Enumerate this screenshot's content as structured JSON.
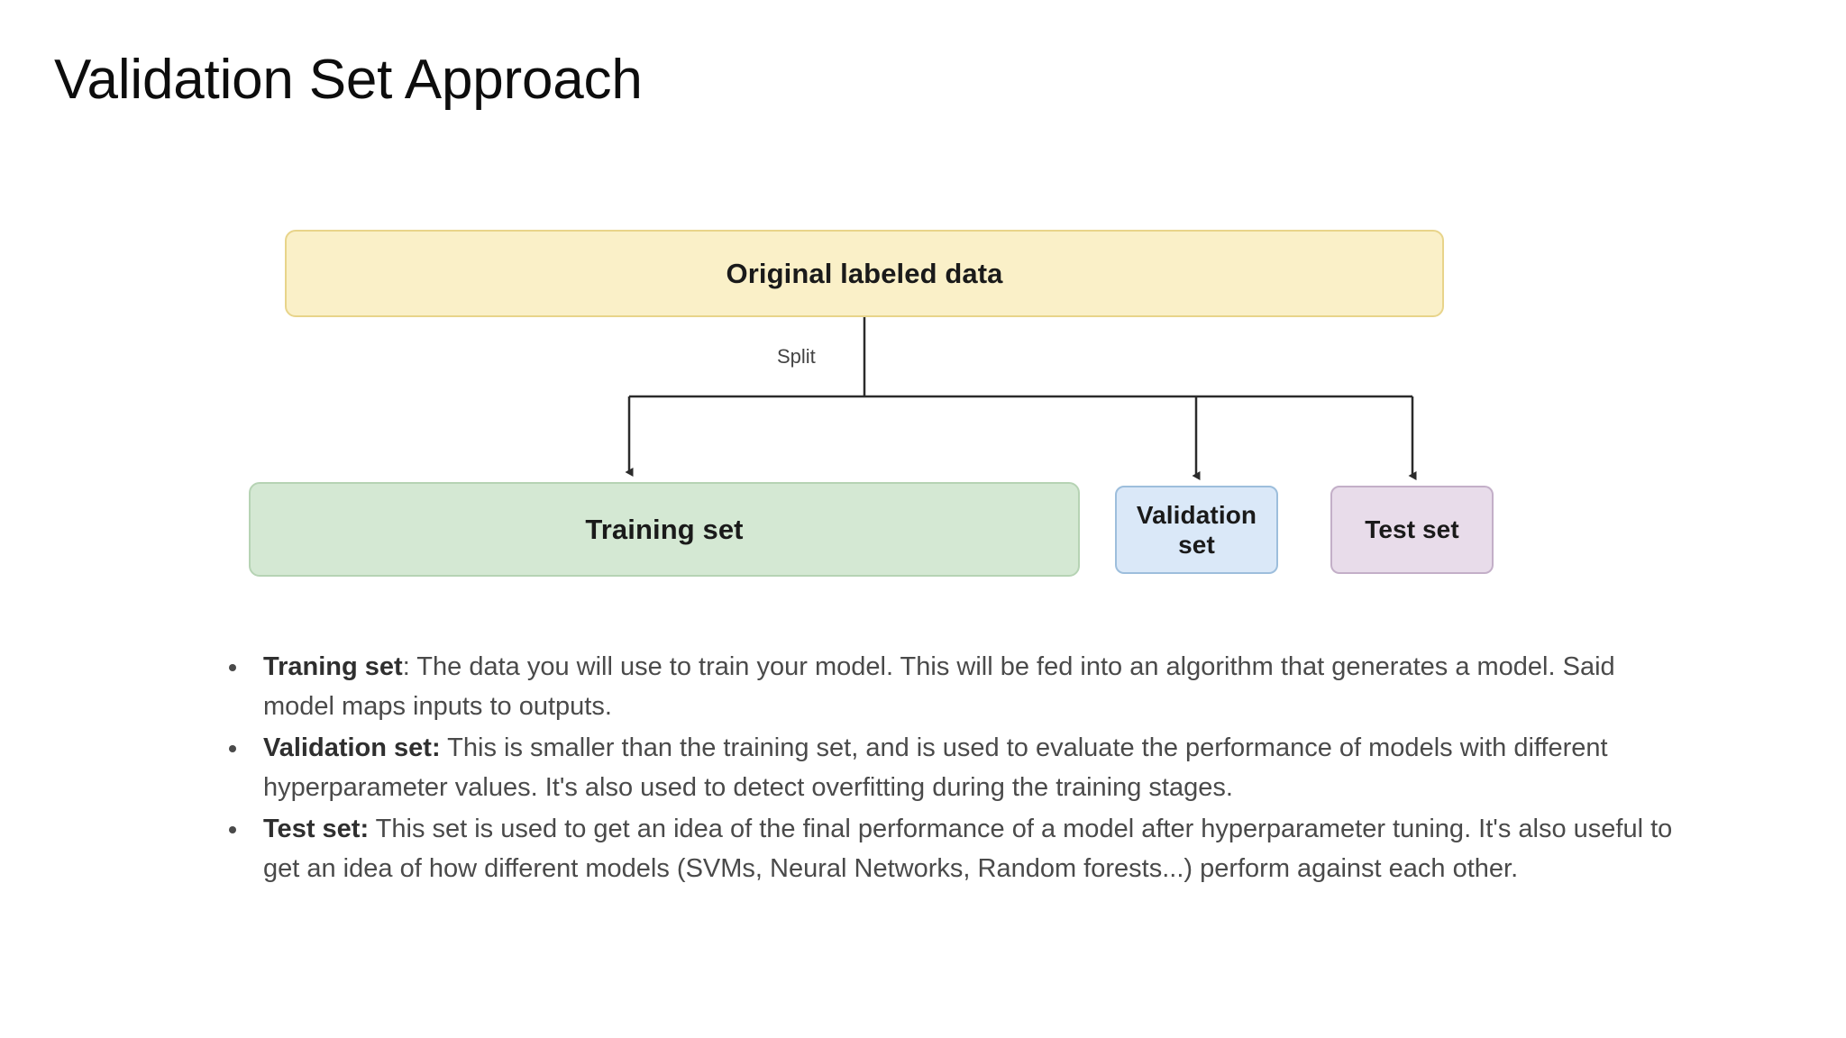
{
  "slide": {
    "title": "Validation Set Approach"
  },
  "diagram": {
    "type": "flowchart",
    "edge_labels": {
      "split": "Split"
    },
    "nodes": {
      "original": {
        "label": "Original labeled data",
        "color": "#FAF0C8",
        "border": "#E8D48A"
      },
      "training": {
        "label": "Training set",
        "color": "#D4E8D3",
        "border": "#B6D3B4"
      },
      "validation": {
        "label": "Validation set",
        "color": "#DAE8F8",
        "border": "#9DBEDC"
      },
      "test": {
        "label": "Test set",
        "color": "#E8DCEA",
        "border": "#C3AFC8"
      }
    }
  },
  "bullets": [
    {
      "term": "Traning set",
      "separator": ": ",
      "text": "The data you will use to train your model. This will be fed into an algorithm that generates a model. Said model maps inputs to outputs."
    },
    {
      "term": "Validation set:",
      "separator": " ",
      "text": "This is smaller than the training set, and is used to evaluate the performance of models with different hyperparameter values. It's also used to detect overfitting during the training stages."
    },
    {
      "term": "Test set:",
      "separator": " ",
      "text": "This set is used to get an idea of the final performance of a model after hyperparameter tuning. It's also useful to get an idea of how different models (SVMs, Neural Networks, Random forests...) perform against each other."
    }
  ]
}
